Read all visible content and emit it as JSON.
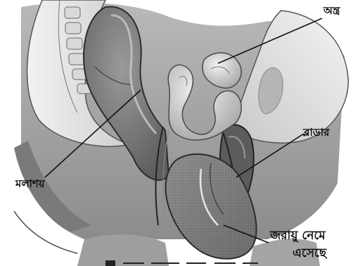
{
  "diagram": {
    "labels": {
      "intestine": "অন্ত্র",
      "bladder": "ব্লাডার",
      "rectum": "মলাশয়",
      "uterus_line1": "জরায়ু নেমে",
      "uterus_line2": "এসেছে"
    }
  }
}
